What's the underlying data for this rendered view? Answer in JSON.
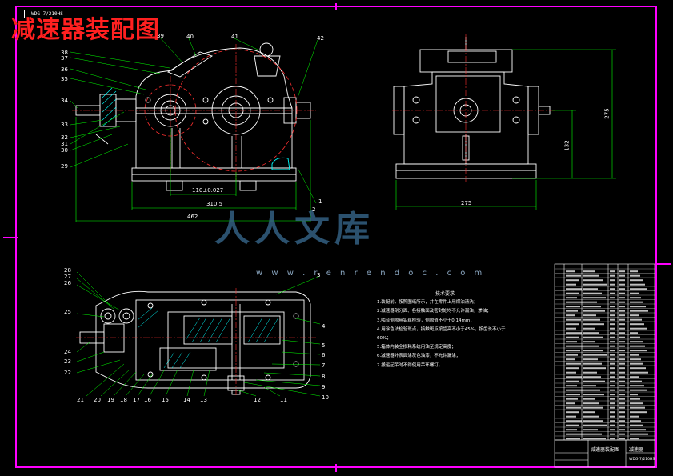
{
  "page": {
    "title": "减速器装配图",
    "stamp_text": "WDG-7/210HS",
    "watermark": {
      "brand": "人人文库",
      "url": "w w w . r e n r e n d o c . c o m"
    }
  },
  "colors": {
    "background": "#000000",
    "border": "#ff00ff",
    "line": "#ffffff",
    "gear_pitch": "#ff3030",
    "cyan": "#00ffff",
    "green": "#00ff00",
    "title_red": "#ff2020"
  },
  "dimensions": {
    "front_width_total": "462",
    "front_width_base": "310.5",
    "center_distance": "110±0.027",
    "side_width": "275",
    "side_height_total": "275",
    "side_height_axis": "132"
  },
  "front_part_numbers": [
    "39",
    "40",
    "41",
    "42",
    "38",
    "37",
    "36",
    "35",
    "34",
    "33",
    "32",
    "31",
    "30",
    "29",
    "1",
    "2"
  ],
  "plan_part_numbers_left": [
    "28",
    "27",
    "26",
    "25",
    "24",
    "23",
    "22",
    "21",
    "20",
    "19",
    "18",
    "17",
    "16",
    "15",
    "14",
    "13",
    "12",
    "11"
  ],
  "plan_part_numbers_right": [
    "3",
    "4",
    "5",
    "6",
    "7",
    "8",
    "9",
    "10"
  ],
  "technical_requirements": {
    "heading": "技术要求",
    "items": [
      "1.装配前，按照图纸所示，并在零件上用煤油清洗；",
      "2.减速器剖分面、各接触面及密封处均不允许漏油，渗油；",
      "3.啮合侧隙用铅丝检验，侧隙值不小于0.14mm；",
      "4.用涂色法检验斑点，接触斑点按齿高不小于45%，按齿长不小于60%；",
      "5.箱体内装全损耗系统用油至规定高度；",
      "6.减速器外表面涂灰色油漆，不允许漏涂；",
      "7.搬运起吊时不得使用吊环螺钉。"
    ]
  },
  "title_block": {
    "drawing_name": "减速器装配图",
    "part_name": "减速器",
    "code": "WDG-7/210HS"
  }
}
